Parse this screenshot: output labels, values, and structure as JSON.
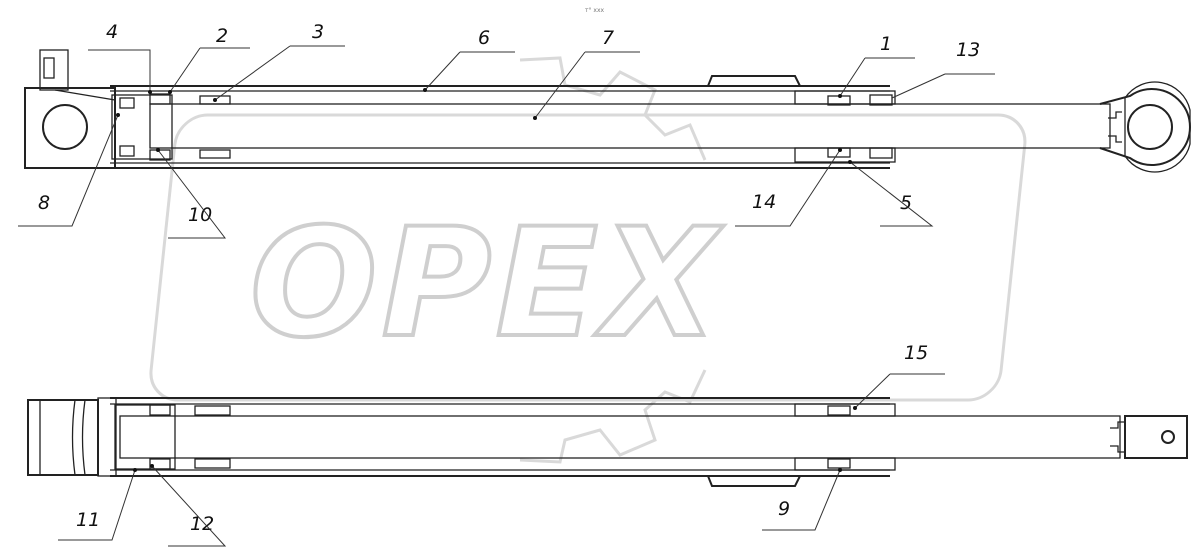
{
  "watermark": {
    "text": "OPEX"
  },
  "top_mark": "т° ххх",
  "callouts": {
    "c1": "1",
    "c2": "2",
    "c3": "3",
    "c4": "4",
    "c5": "5",
    "c6": "6",
    "c7": "7",
    "c8": "8",
    "c9": "9",
    "c10": "10",
    "c11": "11",
    "c12": "12",
    "c13": "13",
    "c14": "14",
    "c15": "15"
  }
}
